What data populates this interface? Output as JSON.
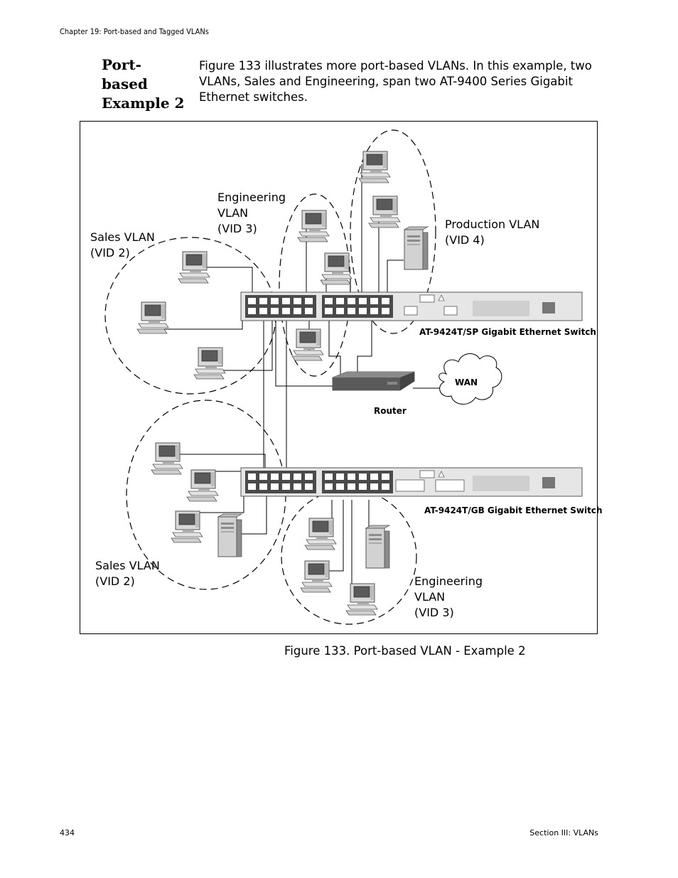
{
  "header": {
    "chapter": "Chapter 19: Port-based and Tagged VLANs"
  },
  "section": {
    "heading_line1": "Port-based",
    "heading_line2": "Example 2"
  },
  "intro_text": "Figure 133 illustrates more port-based VLANs. In this example, two VLANs, Sales and Engineering, span two AT-9400 Series Gigabit Ethernet switches.",
  "figure": {
    "labels": {
      "engineering_top": "Engineering\nVLAN\n(VID 3)",
      "sales_top": "Sales VLAN\n(VID 2)",
      "production": "Production VLAN\n(VID 4)",
      "switch_top": "AT-9424T/SP Gigabit Ethernet Switch",
      "wan": "WAN",
      "router": "Router",
      "switch_bottom": "AT-9424T/GB Gigabit Ethernet Switch",
      "sales_bottom": "Sales VLAN\n(VID 2)",
      "engineering_bottom": "Engineering\nVLAN\n(VID 3)"
    },
    "colors": {
      "line": "#000000",
      "device": "#d8d8d8",
      "device_dark": "#8c8c8c",
      "screen": "#5a5a5a"
    },
    "icons": [
      "workstation-icon",
      "server-icon",
      "switch-icon",
      "router-icon",
      "cloud-icon"
    ]
  },
  "caption": "Figure 133.  Port-based VLAN - Example 2",
  "footer": {
    "page_number": "434",
    "section": "Section III: VLANs"
  }
}
